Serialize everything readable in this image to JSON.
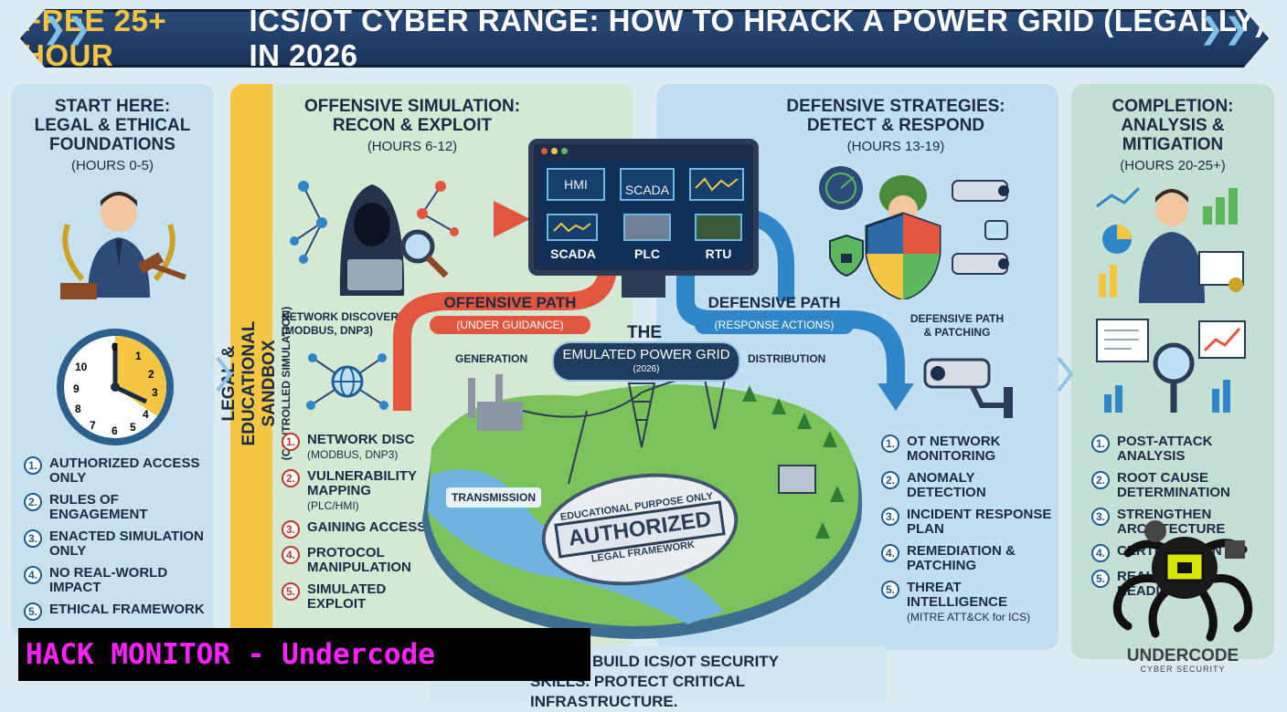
{
  "title": {
    "highlight": "FREE 25+ HOUR",
    "rest": "ICS/OT CYBER RANGE: HOW TO HRACK A POWER GRID (LEGALLY) IN 2026"
  },
  "col1": {
    "heading": [
      "START HERE:",
      "LEGAL & ETHICAL",
      "FOUNDATIONS"
    ],
    "hours": "(HOURS 0-5)",
    "clock_numbers": [
      "0",
      "1",
      "2",
      "3",
      "4",
      "5",
      "6",
      "7",
      "8",
      "9",
      "10"
    ],
    "items": [
      {
        "n": "1.",
        "text": "AUTHORIZED ACCESS ONLY"
      },
      {
        "n": "2.",
        "text": "RULES OF ENGAGEMENT"
      },
      {
        "n": "3.",
        "text": "ENACTED SIMULATION ONLY"
      },
      {
        "n": "4.",
        "text": "NO REAL-WORLD IMPACT"
      },
      {
        "n": "5.",
        "text": "ETHICAL FRAMEWORK"
      }
    ]
  },
  "sandbox": {
    "title": "LEGAL & EDUCATIONAL SANDBOX",
    "subtitle": "(CONTROLLED SIMULATION)"
  },
  "col2": {
    "heading": [
      "OFFENSIVE SIMULATION:",
      "RECON & EXPLOIT"
    ],
    "hours": "(HOURS 6-12)",
    "net_discovery": [
      "NETWORK DISCOVERY",
      "(MODBUS, DNP3)"
    ],
    "items": [
      {
        "n": "1.",
        "text": "NETWORK DISC",
        "sub": "(MODBUS, DNP3)"
      },
      {
        "n": "2.",
        "text": "VULNERABILITY MAPPING",
        "sub": "(PLC/HMI)"
      },
      {
        "n": "3.",
        "text": "GAINING ACCESS",
        "sub": ""
      },
      {
        "n": "4.",
        "text": "PROTOCOL MANIPULATION",
        "sub": ""
      },
      {
        "n": "5.",
        "text": "SIMULATED EXPLOIT",
        "sub": ""
      }
    ]
  },
  "center": {
    "screen": {
      "hmi": "HMI",
      "scada_top": "SCADA",
      "scada": "SCADA",
      "plc": "PLC",
      "rtu": "RTU"
    },
    "offensive_path": "OFFENSIVE PATH",
    "offensive_sub": "(UNDER GUIDANCE)",
    "defensive_path": "DEFENSIVE PATH",
    "defensive_sub": "(RESPONSE ACTIONS)",
    "the": "THE",
    "grid_title": "EMULATED POWER GRID",
    "grid_year": "(2026)",
    "generation": "GENERATION",
    "distribution": "DISTRIBUTION",
    "transmission": "TRANSMISSION",
    "stamp_main": "AUTHORIZED",
    "stamp_top": "EDUCATIONAL PURPOSE ONLY",
    "stamp_bottom": "LEGAL FRAMEWORK"
  },
  "col3": {
    "heading": [
      "DEFENSIVE STRATEGIES:",
      "DETECT & RESPOND"
    ],
    "hours": "(HOURS 13-19)",
    "patching": [
      "DEFENSIVE PATH",
      "& PATCHING"
    ],
    "items": [
      {
        "n": "1.",
        "text": "OT NETWORK MONITORING",
        "sub": ""
      },
      {
        "n": "2.",
        "text": "ANOMALY DETECTION",
        "sub": ""
      },
      {
        "n": "3.",
        "text": "INCIDENT RESPONSE PLAN",
        "sub": ""
      },
      {
        "n": "4.",
        "text": "REMEDIATION & PATCHING",
        "sub": ""
      },
      {
        "n": "5.",
        "text": "THREAT INTELLIGENCE",
        "sub": "(MITRE ATT&CK for ICS)"
      }
    ]
  },
  "col4": {
    "heading": [
      "COMPLETION:",
      "ANALYSIS &",
      "MITIGATION"
    ],
    "hours": "(HOURS 20-25+)",
    "items": [
      {
        "n": "1.",
        "text": "POST-ATTACK ANALYSIS"
      },
      {
        "n": "2.",
        "text": "ROOT CAUSE DETERMINATION"
      },
      {
        "n": "3.",
        "text": "STRENGTHEN ARCHITECTURE"
      },
      {
        "n": "4.",
        "text": "CERTIFICATION"
      },
      {
        "n": "5.",
        "text": "REAL-WORLD READINESS"
      }
    ]
  },
  "footer": {
    "line1": "LEDGE. BUILD ICS/OT SECURITY",
    "line2": "SKILLS. PROTECT CRITICAL INFRASTRUCTURE."
  },
  "watermark": "HACK MONITOR - Undercode",
  "brand": {
    "name": "UNDERCODE",
    "tag": "CYBER SECURITY"
  },
  "colors": {
    "banner": "#284a78",
    "accent": "#f5c542",
    "offense": "#e2553f",
    "defense": "#2f86c9",
    "watermark": "#ff21ff"
  }
}
